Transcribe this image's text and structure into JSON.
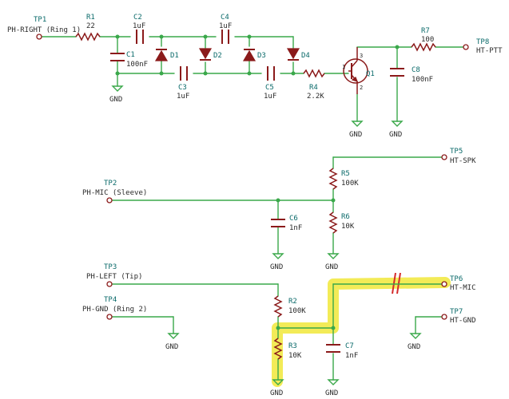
{
  "test_points": {
    "tp1": {
      "ref": "TP1",
      "name": "PH-RIGHT (Ring 1)"
    },
    "tp2": {
      "ref": "TP2",
      "name": "PH-MIC (Sleeve)"
    },
    "tp3": {
      "ref": "TP3",
      "name": "PH-LEFT (Tip)"
    },
    "tp4": {
      "ref": "TP4",
      "name": "PH-GND (Ring 2)"
    },
    "tp5": {
      "ref": "TP5",
      "name": "HT-SPK"
    },
    "tp6": {
      "ref": "TP6",
      "name": "HT-MIC"
    },
    "tp7": {
      "ref": "TP7",
      "name": "HT-GND"
    },
    "tp8": {
      "ref": "TP8",
      "name": "HT-PTT"
    }
  },
  "resistors": {
    "r1": {
      "ref": "R1",
      "value": "22"
    },
    "r2": {
      "ref": "R2",
      "value": "100K"
    },
    "r3": {
      "ref": "R3",
      "value": "10K"
    },
    "r4": {
      "ref": "R4",
      "value": "2.2K"
    },
    "r5": {
      "ref": "R5",
      "value": "100K"
    },
    "r6": {
      "ref": "R6",
      "value": "10K"
    },
    "r7": {
      "ref": "R7",
      "value": "100"
    }
  },
  "capacitors": {
    "c1": {
      "ref": "C1",
      "value": "100nF"
    },
    "c2": {
      "ref": "C2",
      "value": "1uF"
    },
    "c3": {
      "ref": "C3",
      "value": "1uF"
    },
    "c4": {
      "ref": "C4",
      "value": "1uF"
    },
    "c5": {
      "ref": "C5",
      "value": "1uF"
    },
    "c6": {
      "ref": "C6",
      "value": "1nF"
    },
    "c7": {
      "ref": "C7",
      "value": "1nF"
    },
    "c8": {
      "ref": "C8",
      "value": "100nF"
    }
  },
  "diodes": {
    "d1": {
      "ref": "D1"
    },
    "d2": {
      "ref": "D2"
    },
    "d3": {
      "ref": "D3"
    },
    "d4": {
      "ref": "D4"
    }
  },
  "transistor": {
    "q1": {
      "ref": "Q1",
      "pin_collector": "3",
      "pin_base": "1",
      "pin_emitter": "2"
    }
  },
  "ground_label": "GND",
  "colors": {
    "wire": "#3aa84a",
    "component": "#8b1a1a",
    "highlight": "#f1e83a",
    "reference_text": "#0a6a6a"
  }
}
